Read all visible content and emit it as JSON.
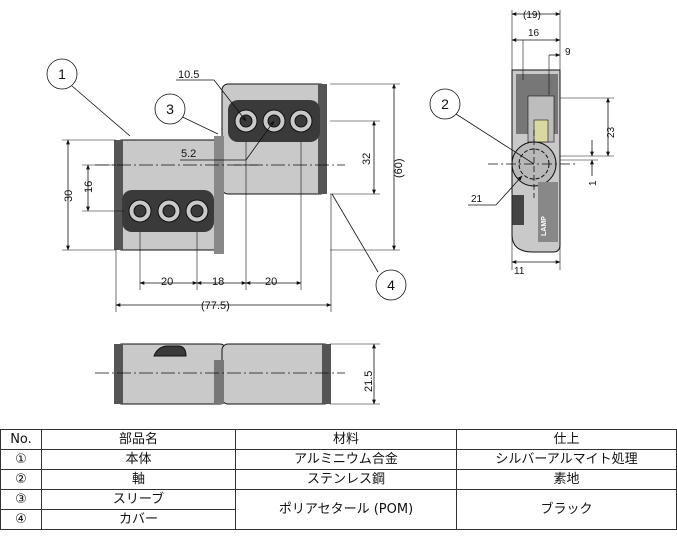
{
  "front_view": {
    "dim_10_5": "10.5",
    "dim_5_2": "5.2",
    "dim_16": "16",
    "dim_30": "30",
    "dim_32": "32",
    "dim_60": "(60)",
    "dim_20a": "20",
    "dim_18": "18",
    "dim_20b": "20",
    "dim_77_5": "(77.5)"
  },
  "side_view": {
    "dim_19": "(19)",
    "dim_16": "16",
    "dim_9": "9",
    "dim_23": "23",
    "dim_1": "1",
    "dim_21": "21",
    "dim_11": "11",
    "brand_mark": "LAMP"
  },
  "bottom_view": {
    "dim_21_5": "21.5"
  },
  "callouts": [
    "1",
    "2",
    "3",
    "4"
  ],
  "parts_table": {
    "headers": [
      "No.",
      "部品名",
      "材料",
      "仕上"
    ],
    "rows": [
      {
        "no": "①",
        "name": "本体",
        "material": "アルミニウム合金",
        "finish": "シルバーアルマイト処理"
      },
      {
        "no": "②",
        "name": "軸",
        "material": "ステンレス鋼",
        "finish": "素地"
      },
      {
        "no": "③",
        "name": "スリーブ",
        "material": "ポリアセタール (POM)",
        "finish": "ブラック"
      },
      {
        "no": "④",
        "name": "カバー"
      }
    ]
  },
  "colors": {
    "body": "#c9c9c9",
    "dark": "#3a3a3a",
    "line": "#111111"
  }
}
